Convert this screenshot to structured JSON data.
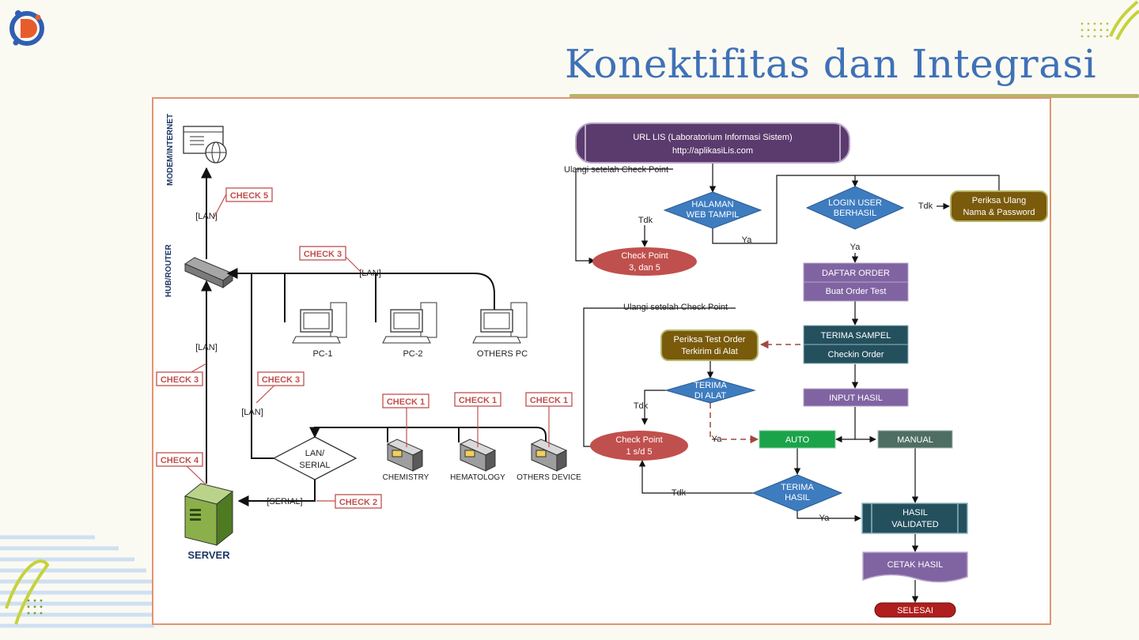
{
  "slide": {
    "title": "Konektifitas dan Integrasi"
  },
  "network": {
    "side_labels": {
      "modem": "MODEM/INTERNET",
      "hub": "HUB/ROUTER"
    },
    "checks": {
      "check5": "CHECK 5",
      "check3_top": "CHECK 3",
      "check3_left": "CHECK 3",
      "check3_mid": "CHECK 3",
      "check4": "CHECK 4",
      "check2": "CHECK 2",
      "check1_chem": "CHECK 1",
      "check1_hema": "CHECK 1",
      "check1_other": "CHECK 1"
    },
    "links": {
      "lan_modem": "[LAN]",
      "lan_pcs": "[LAN]",
      "lan_server": "[LAN]",
      "lan_switch": "[LAN]",
      "serial": "[SERIAL]"
    },
    "pcs": [
      "PC-1",
      "PC-2",
      "OTHERS PC"
    ],
    "devices": [
      "CHEMISTRY",
      "HEMATOLOGY",
      "OTHERS DEVICE"
    ],
    "switch_label": [
      "LAN/",
      "SERIAL"
    ],
    "server_label": "SERVER"
  },
  "flow": {
    "url_box": [
      "URL LIS (Laboratorium Informasi Sistem)",
      "http://aplikasiLis.com"
    ],
    "retry_top": "Ulangi setelah Check Point",
    "halaman": [
      "HALAMAN",
      "WEB TAMPIL"
    ],
    "login": [
      "LOGIN USER",
      "BERHASIL"
    ],
    "periksa_ulang": [
      "Periksa Ulang",
      "Nama & Password"
    ],
    "checkpoint_35": [
      "Check Point",
      "3, dan 5"
    ],
    "daftar_order": "DAFTAR ORDER",
    "buat_order": "Buat Order Test",
    "retry_mid": "Ulangi setelah Check Point",
    "periksa_test": [
      "Periksa Test Order",
      "Terkirim di Alat"
    ],
    "terima_sampel": "TERIMA SAMPEL",
    "checkin_order": "Checkin Order",
    "terima_alat": [
      "TERIMA",
      "DI ALAT"
    ],
    "input_hasil": "INPUT HASIL",
    "checkpoint_15": [
      "Check Point",
      "1 s/d 5"
    ],
    "auto": "AUTO",
    "manual": "MANUAL",
    "terima_hasil": [
      "TERIMA",
      "HASIL"
    ],
    "hasil_validated": [
      "HASIL",
      "VALIDATED"
    ],
    "cetak_hasil": "CETAK HASIL",
    "selesai": "SELESAI",
    "tdk": "Tdk",
    "ya": "Ya"
  },
  "colors": {
    "title": "#3f71b8",
    "purple": "#5b3a6e",
    "blue_diamond": "#3e7cc0",
    "red_oval": "#c0504d",
    "olive": "#7a5a0b",
    "light_purple": "#8064a2",
    "teal": "#24505e",
    "green": "#1ba34a",
    "grey_green": "#4f6e63"
  }
}
